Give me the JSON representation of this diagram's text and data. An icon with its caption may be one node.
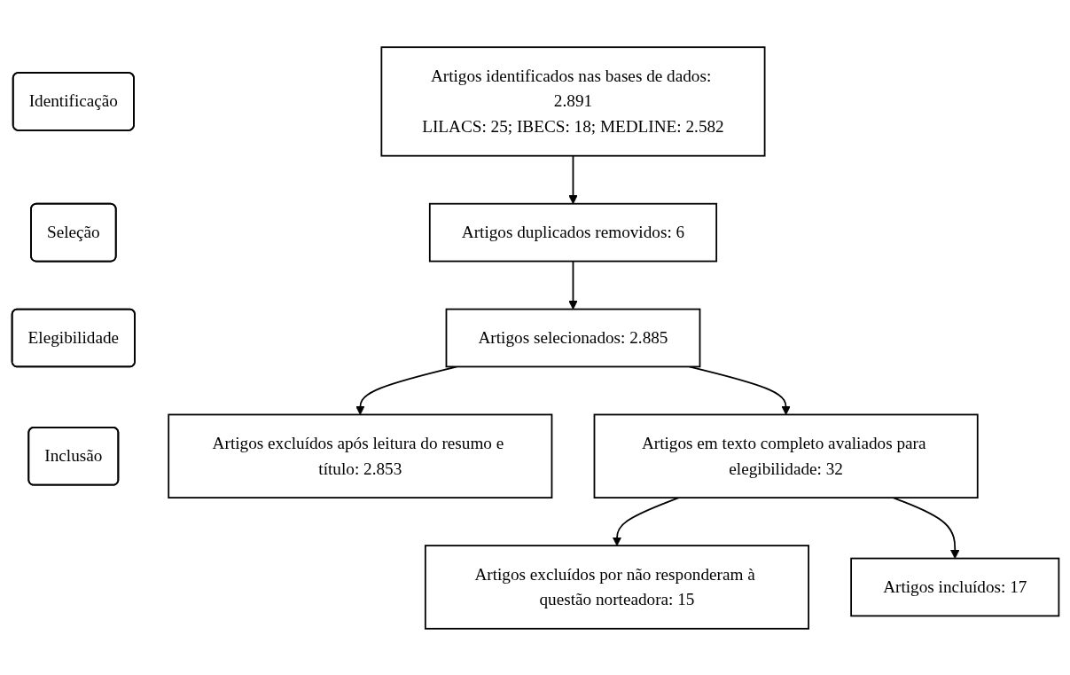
{
  "diagram": {
    "nodes": [
      {
        "text": [
          "Identificação"
        ]
      },
      {
        "text": [
          "Seleção"
        ]
      },
      {
        "text": [
          "Elegibilidade"
        ]
      },
      {
        "text": [
          "Inclusão"
        ]
      },
      {
        "text": [
          "Artigos identificados nas bases de dados: 2.891",
          "LILACS: 25; IBECS: 18; MEDLINE: 2.582"
        ]
      },
      {
        "text": [
          "Artigos duplicados removidos: 6"
        ]
      },
      {
        "text": [
          "Artigos selecionados: 2.885"
        ]
      },
      {
        "text": [
          "Artigos excluídos após leitura do resumo e título: 2.853"
        ]
      },
      {
        "text": [
          "Artigos em texto completo avaliados para elegibilidade: 32"
        ]
      },
      {
        "text": [
          "Artigos excluídos por não responderam à questão norteadora: 15"
        ]
      },
      {
        "text": [
          "Artigos incluídos: 17"
        ]
      }
    ],
    "edges": [
      {
        "from": 4,
        "to": 5,
        "arrow": "to"
      },
      {
        "from": 5,
        "to": 6,
        "arrow": "to"
      },
      {
        "from": 6,
        "to": 7,
        "arrow": "to"
      },
      {
        "from": 6,
        "to": 8,
        "arrow": "to"
      },
      {
        "from": 8,
        "to": 9,
        "arrow": "to"
      },
      {
        "from": 8,
        "to": 10,
        "arrow": "to"
      }
    ]
  }
}
